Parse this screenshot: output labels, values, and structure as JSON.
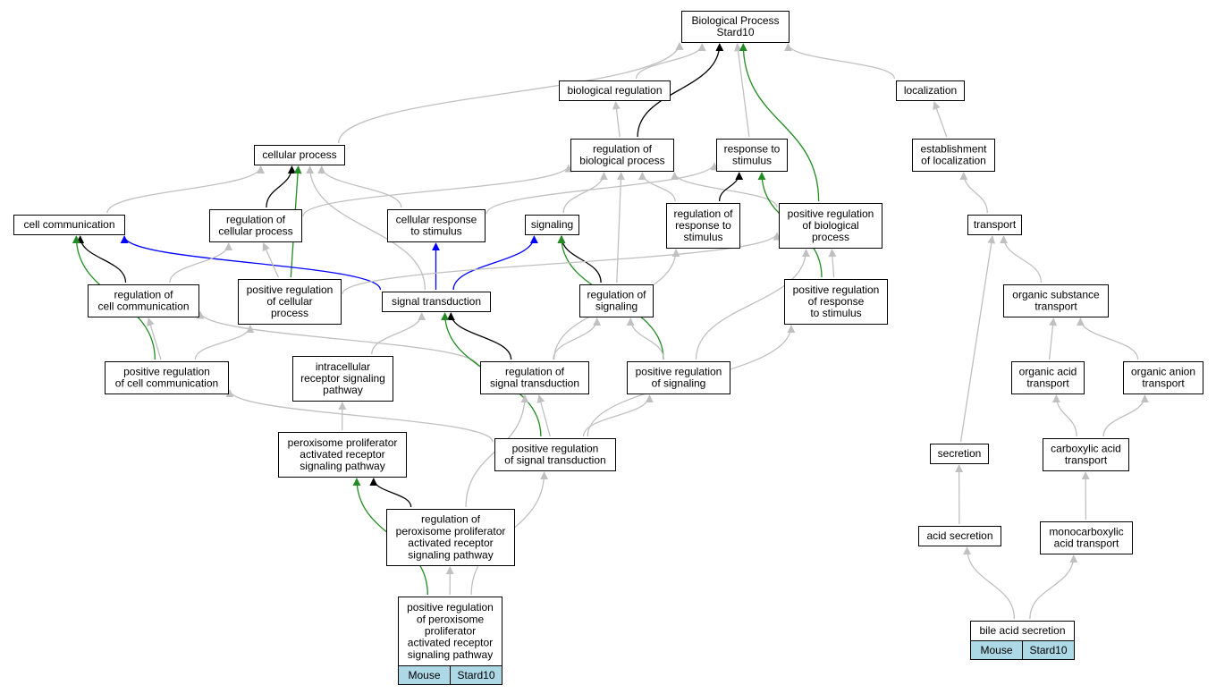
{
  "colors": {
    "is_a": "#c0c0c0",
    "part_of": "#000000",
    "positively_regulates": "#228b22",
    "regulates": "#0000ff",
    "legend_fill": "#add8e6"
  },
  "nodes": {
    "bp": [
      "Biological Process",
      "Stard10"
    ],
    "bioreg": [
      "biological regulation"
    ],
    "localization": [
      "localization"
    ],
    "cellproc": [
      "cellular process"
    ],
    "regbio": [
      "regulation of",
      "biological process"
    ],
    "resp": [
      "response to",
      "stimulus"
    ],
    "estloc": [
      "establishment",
      "of localization"
    ],
    "cellcomm": [
      "cell communication"
    ],
    "regcell": [
      "regulation of",
      "cellular process"
    ],
    "cellresp": [
      "cellular response",
      "to stimulus"
    ],
    "signaling": [
      "signaling"
    ],
    "regresp": [
      "regulation of",
      "response to",
      "stimulus"
    ],
    "posregbio": [
      "positive regulation",
      "of biological",
      "process"
    ],
    "transport": [
      "transport"
    ],
    "regcomm": [
      "regulation of",
      "cell communication"
    ],
    "posregcell": [
      "positive regulation",
      "of cellular",
      "process"
    ],
    "sigtrans": [
      "signal transduction"
    ],
    "regsig": [
      "regulation of",
      "signaling"
    ],
    "posregresp": [
      "positive regulation",
      "of response",
      "to stimulus"
    ],
    "orgsub": [
      "organic substance",
      "transport"
    ],
    "posregcomm": [
      "positive regulation",
      "of cell communication"
    ],
    "intracell": [
      "intracellular",
      "receptor signaling",
      "pathway"
    ],
    "regsigtrans": [
      "regulation of",
      "signal transduction"
    ],
    "posregsig": [
      "positive regulation",
      "of signaling"
    ],
    "orgacid": [
      "organic acid",
      "transport"
    ],
    "organion": [
      "organic anion",
      "transport"
    ],
    "ppar": [
      "peroxisome proliferator",
      "activated receptor",
      "signaling pathway"
    ],
    "posregsigtrans": [
      "positive regulation",
      "of signal transduction"
    ],
    "secretion": [
      "secretion"
    ],
    "carbox": [
      "carboxylic acid",
      "transport"
    ],
    "regppar": [
      "regulation of",
      "peroxisome proliferator",
      "activated receptor",
      "signaling pathway"
    ],
    "acidsec": [
      "acid secretion"
    ],
    "monocarb": [
      "monocarboxylic",
      "acid transport"
    ],
    "posregppar": [
      "positive regulation",
      "of peroxisome",
      "proliferator",
      "activated receptor",
      "signaling pathway"
    ],
    "bile": [
      "bile acid secretion"
    ]
  },
  "legends": {
    "posregppar": [
      "Mouse",
      "Stard10"
    ],
    "bile": [
      "Mouse",
      "Stard10"
    ]
  },
  "edges": [
    [
      "bioreg",
      "bp",
      "is_a"
    ],
    [
      "localization",
      "bp",
      "is_a"
    ],
    [
      "cellproc",
      "bp",
      "is_a"
    ],
    [
      "regbio",
      "bp",
      "part_of"
    ],
    [
      "resp",
      "bp",
      "is_a"
    ],
    [
      "posregbio",
      "bp",
      "positively_regulates"
    ],
    [
      "regbio",
      "bioreg",
      "is_a"
    ],
    [
      "estloc",
      "localization",
      "is_a"
    ],
    [
      "transport",
      "estloc",
      "is_a"
    ],
    [
      "cellcomm",
      "cellproc",
      "is_a"
    ],
    [
      "regcell",
      "cellproc",
      "part_of"
    ],
    [
      "cellresp",
      "cellproc",
      "is_a"
    ],
    [
      "posregcell",
      "cellproc",
      "positively_regulates"
    ],
    [
      "sigtrans",
      "cellproc",
      "is_a"
    ],
    [
      "regcell",
      "regbio",
      "is_a"
    ],
    [
      "signaling",
      "regbio",
      "is_a"
    ],
    [
      "regresp",
      "regbio",
      "is_a"
    ],
    [
      "posregbio",
      "regbio",
      "is_a"
    ],
    [
      "regsig",
      "regbio",
      "is_a"
    ],
    [
      "cellresp",
      "resp",
      "is_a"
    ],
    [
      "regresp",
      "resp",
      "part_of"
    ],
    [
      "posregresp",
      "resp",
      "positively_regulates"
    ],
    [
      "regcomm",
      "cellcomm",
      "part_of"
    ],
    [
      "sigtrans",
      "cellcomm",
      "regulates"
    ],
    [
      "posregcomm",
      "cellcomm",
      "positively_regulates"
    ],
    [
      "regcomm",
      "regcell",
      "is_a"
    ],
    [
      "posregcell",
      "regcell",
      "is_a"
    ],
    [
      "sigtrans",
      "cellresp",
      "regulates"
    ],
    [
      "sigtrans",
      "signaling",
      "regulates"
    ],
    [
      "regsig",
      "signaling",
      "part_of"
    ],
    [
      "posregsig",
      "signaling",
      "positively_regulates"
    ],
    [
      "regsigtrans",
      "regresp",
      "is_a"
    ],
    [
      "posregcell",
      "posregbio",
      "is_a"
    ],
    [
      "posregresp",
      "posregbio",
      "is_a"
    ],
    [
      "posregsig",
      "posregbio",
      "is_a"
    ],
    [
      "orgsub",
      "transport",
      "is_a"
    ],
    [
      "secretion",
      "transport",
      "is_a"
    ],
    [
      "posregcomm",
      "regcomm",
      "is_a"
    ],
    [
      "regsigtrans",
      "regcomm",
      "is_a"
    ],
    [
      "posregcomm",
      "posregcell",
      "is_a"
    ],
    [
      "intracell",
      "sigtrans",
      "is_a"
    ],
    [
      "regsigtrans",
      "sigtrans",
      "part_of"
    ],
    [
      "posregsigtrans",
      "sigtrans",
      "positively_regulates"
    ],
    [
      "regsigtrans",
      "regsig",
      "is_a"
    ],
    [
      "posregsig",
      "regsig",
      "is_a"
    ],
    [
      "posregsigtrans",
      "posregresp",
      "is_a"
    ],
    [
      "orgacid",
      "orgsub",
      "is_a"
    ],
    [
      "organion",
      "orgsub",
      "is_a"
    ],
    [
      "posregsigtrans",
      "posregcomm",
      "is_a"
    ],
    [
      "ppar",
      "intracell",
      "is_a"
    ],
    [
      "posregsigtrans",
      "regsigtrans",
      "is_a"
    ],
    [
      "regppar",
      "regsigtrans",
      "is_a"
    ],
    [
      "posregsigtrans",
      "posregsig",
      "is_a"
    ],
    [
      "carbox",
      "orgacid",
      "is_a"
    ],
    [
      "carbox",
      "organion",
      "is_a"
    ],
    [
      "regppar",
      "ppar",
      "part_of"
    ],
    [
      "posregppar",
      "ppar",
      "positively_regulates"
    ],
    [
      "posregppar",
      "posregsigtrans",
      "is_a"
    ],
    [
      "acidsec",
      "secretion",
      "is_a"
    ],
    [
      "monocarb",
      "carbox",
      "is_a"
    ],
    [
      "posregppar",
      "regppar",
      "is_a"
    ],
    [
      "bile",
      "acidsec",
      "is_a"
    ],
    [
      "bile",
      "monocarb",
      "is_a"
    ]
  ]
}
